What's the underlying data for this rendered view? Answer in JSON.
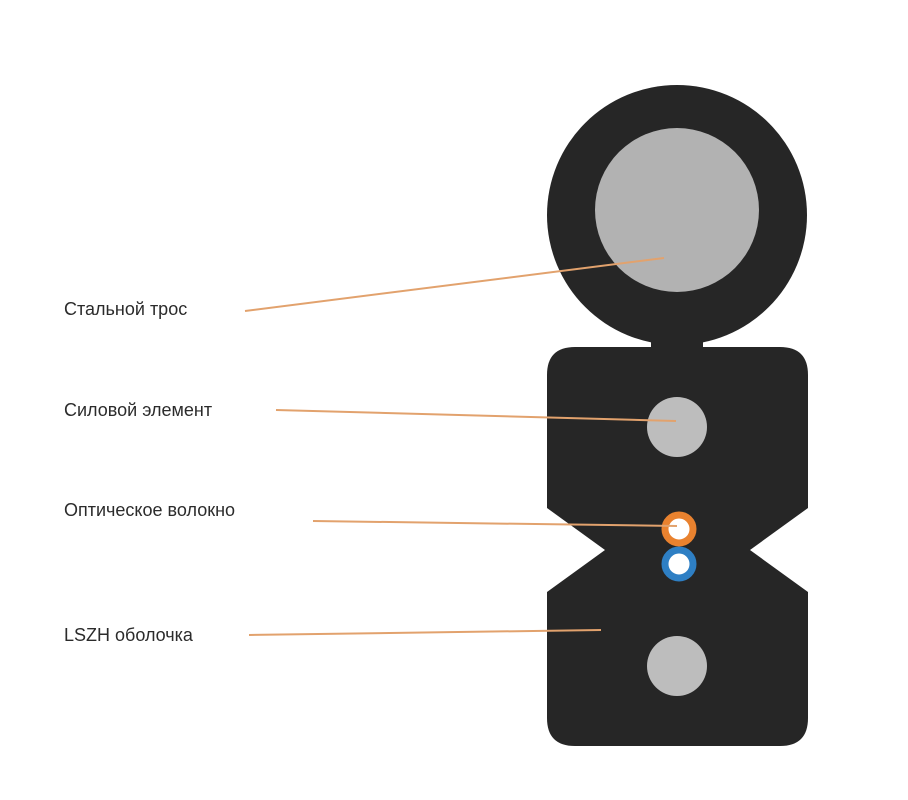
{
  "labels": {
    "steel_cable": "Стальной трос",
    "strength_member": "Силовой элемент",
    "optical_fiber": "Оптическое волокно",
    "lszh_sheath": "LSZH оболочка"
  },
  "colors": {
    "background": "#ffffff",
    "jacket": "#262626",
    "steel": "#b2b2b2",
    "strength": "#bdbdbd",
    "fiber_orange": "#e9822f",
    "fiber_blue": "#2e7fc4",
    "leader_line": "#e2a26d",
    "text": "#2b2b2b"
  }
}
